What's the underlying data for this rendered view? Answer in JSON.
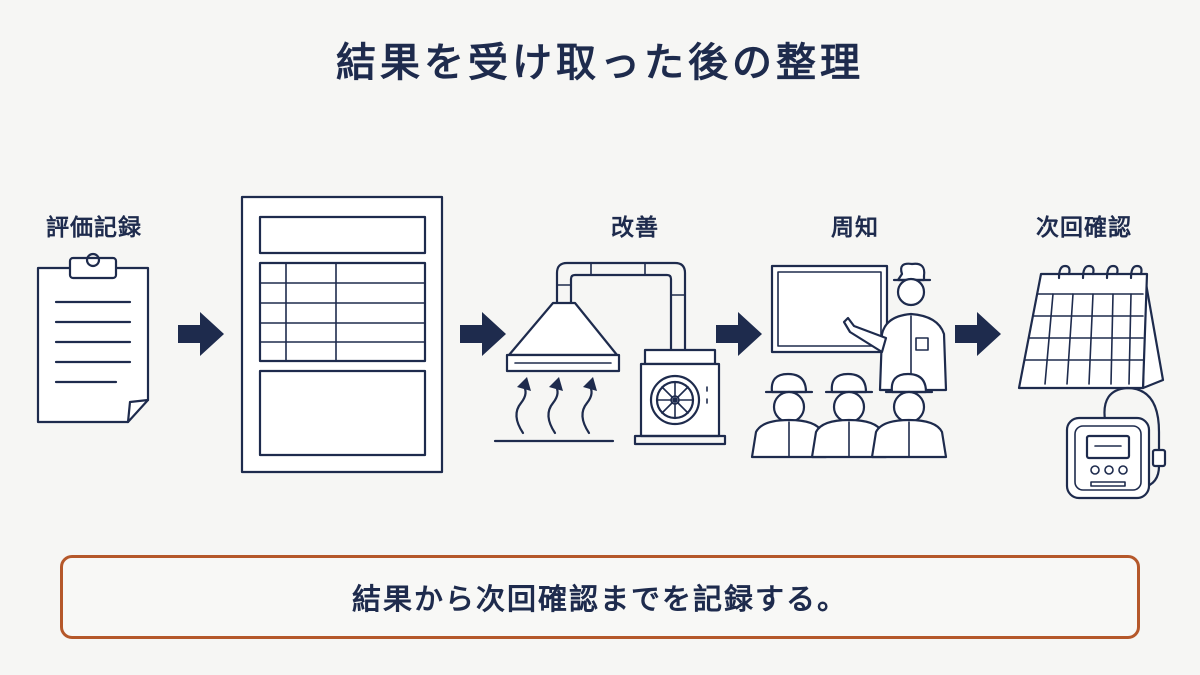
{
  "title": "結果を受け取った後の整理",
  "steps": [
    {
      "label": "評価記録",
      "icon": "clipboard-icon"
    },
    {
      "label": "",
      "icon": "report-sheet-icon"
    },
    {
      "label": "改善",
      "icon": "exhaust-hood-icon"
    },
    {
      "label": "周知",
      "icon": "briefing-icon"
    },
    {
      "label": "次回確認",
      "icon": "calendar-monitor-icon"
    }
  ],
  "arrow_icon": "right-arrow-icon",
  "footer": {
    "text": "結果から次回確認までを記録する。",
    "border_color": "#b5582a"
  },
  "colors": {
    "ink": "#1e2b4d",
    "background": "#f6f6f4",
    "accent": "#b5582a"
  }
}
